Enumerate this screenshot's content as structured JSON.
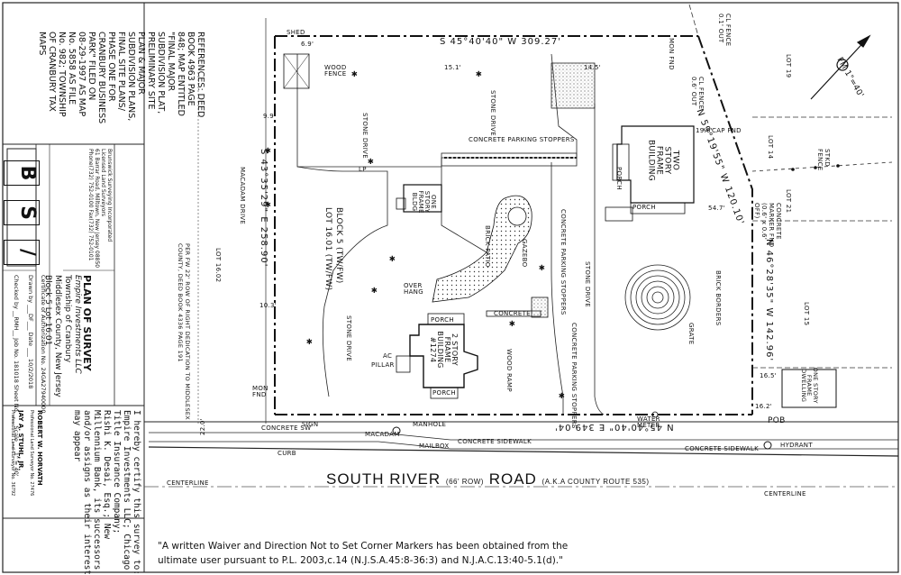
{
  "references": {
    "lines": [
      "REFERENCES: DEED",
      "BOOK 4963 PAGE",
      "848; MAP ENTITLED",
      "\"FINAL MAJOR",
      "SUBDIVISION PLAT,",
      "PRELIMINARY SITE",
      "PLAN & MAJOR",
      "SUBDIVISION PLANS,",
      "FINAL SITE PLANS/",
      "PHASE ONE FOR",
      "CRANBURY BUSINESS",
      "PARK\" FILED ON",
      "08-29-1997 AS MAP",
      "No. 5858 AS FILE",
      "No. 982; TOWNSHIP",
      "OF CRANBURY TAX",
      "MAPS"
    ]
  },
  "logo": {
    "letters": [
      "B",
      "S",
      "/"
    ]
  },
  "title_block": {
    "firm": [
      "Brunswick Surveying Incorporated",
      "Licensed Land Surveyors",
      "61 Barrar Road, Milltown, New Jersey 08850",
      "Phone(732) 752-0100  Fax(732) 752-0101"
    ],
    "plan_title": "PLAN OF SURVEY",
    "client": "Empire Investments LLC",
    "location": [
      "Township of Cranbury",
      "Middlesex County, New Jersey",
      "Block 5     Lot 16.01"
    ],
    "cert": "Certificate of Authorization No. 24GA27940000",
    "drawn_by": "Drawn by ___DF___ Date ___ 10/2/2018",
    "checked_by": "Checked by __RMH__ Job No. 181018  Sheet No. ___ Scale ___1\" = 40'"
  },
  "certification": {
    "lines": [
      "I hereby certify this survey to:",
      "Empire Investments LLC; Chicago",
      "Title Insurance Company;",
      "Rishi K. Desai, Esq.; New",
      "Millennium Bank, its successors",
      "and/or assigns as their interest",
      "may appear"
    ]
  },
  "surveyors": [
    {
      "name": "ROBERT W. HORVATH",
      "sub": "Professional Land Surveyor No. 27476"
    },
    {
      "name": "JAY A. STUHL, JR.",
      "sub": "Professional Land Surveyor No. 36792"
    }
  ],
  "bearings": {
    "north_line": "S 45°40'40\" W 309.27'",
    "west_line": "S 43°35'29\" E 258.90'",
    "south_line": "N 45°40'40\" E 349.04'",
    "east_line_1": "N 59°19'55\" W 120.10'",
    "east_line_2": "N 46°28'35\" W 142.96'"
  },
  "plan_labels": {
    "block_lot": "BLOCK 5 (TW/FW)",
    "lot_id": "LOT 16.01 (TW/FW)",
    "lot_1602": "LOT 16.02",
    "lot_19": "LOT 19",
    "lot_14": "LOT 14",
    "lot_21": "LOT 21",
    "lot_15": "LOT 15",
    "macadam_drive": "MACADAM DRIVE",
    "stone_drive_1": "STONE DRIVE",
    "stone_drive_2": "STONE DRIVE",
    "stone_drive_3": "STONE DRIVE",
    "stone_drive_4": "STONE DRIVE",
    "two_story_frame": "TWO STORY FRAME BUILDING",
    "one_story_frame": "ONE STORY FRAME BLDG",
    "house": "2 STORY FRAME BUILDING #1274",
    "one_story_dwelling": "ONE STORY FRAME DWELLING",
    "concrete_parking_1": "CONCRETE PARKING STOPPERS",
    "concrete_parking_2": "CONCRETE PARKING STOPPERS",
    "concrete_parking_3": "CONCRETE PARKING STOPPERS",
    "gazebo": "GAZEBO",
    "brick_patio": "BRICK PATIO",
    "brick_borders": "BRICK BORDERS",
    "porch_1": "PORCH",
    "porch_2": "PORCH",
    "porch_3": "PORCH",
    "porch_4": "PORCH",
    "wood_fence": "WOOD FENCE",
    "wood_ramp": "WOOD RAMP",
    "concrete": "CONCRETE",
    "grate": "GRATE",
    "manhole": "MANHOLE",
    "mailbox": "MAILBOX",
    "hydrant": "HYDRANT",
    "curb": "CURB",
    "sign": "SIGN",
    "macadam": "MACADAM",
    "concrete_sw": "CONCRETE SW",
    "concrete_sidewalk_1": "CONCRETE SIDEWALK",
    "concrete_sidewalk_2": "CONCRETE SIDEWALK",
    "water_meter": "WATER METER",
    "pob": "POB",
    "mon_fnd_1": "MON FND",
    "mon_fnd_2": "MON FND",
    "centerline_1": "CENTERLINE",
    "centerline_2": "CENTERLINE",
    "row_note": "PER FW 22' ROW OF RIGHT DEDICATION TO MIDDLESEX COUNTY, DEED BOOK 4336 PAGE 191",
    "fm_scale": "FM 1\"=40'",
    "cl_fence_1": "CL FENCE 0.1' OUT",
    "cl_fence_2": "CL FENCE 0.6' OUT",
    "stkd_fence": "STKD FENCE",
    "concrete_marker": "CONCRETE MARKER FND (0.6' x 0.6' OFF)",
    "cap_fnd": "CAP FND",
    "over_hang": "OVER HANG",
    "pillar": "PILLAR",
    "shed": "SHED",
    "ac": "AC",
    "lp": "LP",
    "dim_22": "22.0'",
    "dim_103": "10.3'",
    "dim_99": "9.9'",
    "dim_151": "15.1'",
    "dim_145": "14.5'",
    "dim_69": "6.9'",
    "dim_547": "54.7'",
    "dim_196": "19.6'",
    "dim_162": "16.2'",
    "dim_165": "16.5'"
  },
  "road": {
    "name_a": "SOUTH RIVER",
    "row": "(66' ROW)",
    "name_b": "ROAD",
    "aka": "(A.K.A COUNTY ROUTE 535)"
  },
  "waiver": {
    "line1": "\"A written Waiver and Direction Not to Set Corner Markers has been obtained from the",
    "line2": "ultimate user pursuant to P.L. 2003,c.14 (N.J.S.A.45:8-36:3) and N.J.A.C.13:40-5.1(d).\""
  }
}
